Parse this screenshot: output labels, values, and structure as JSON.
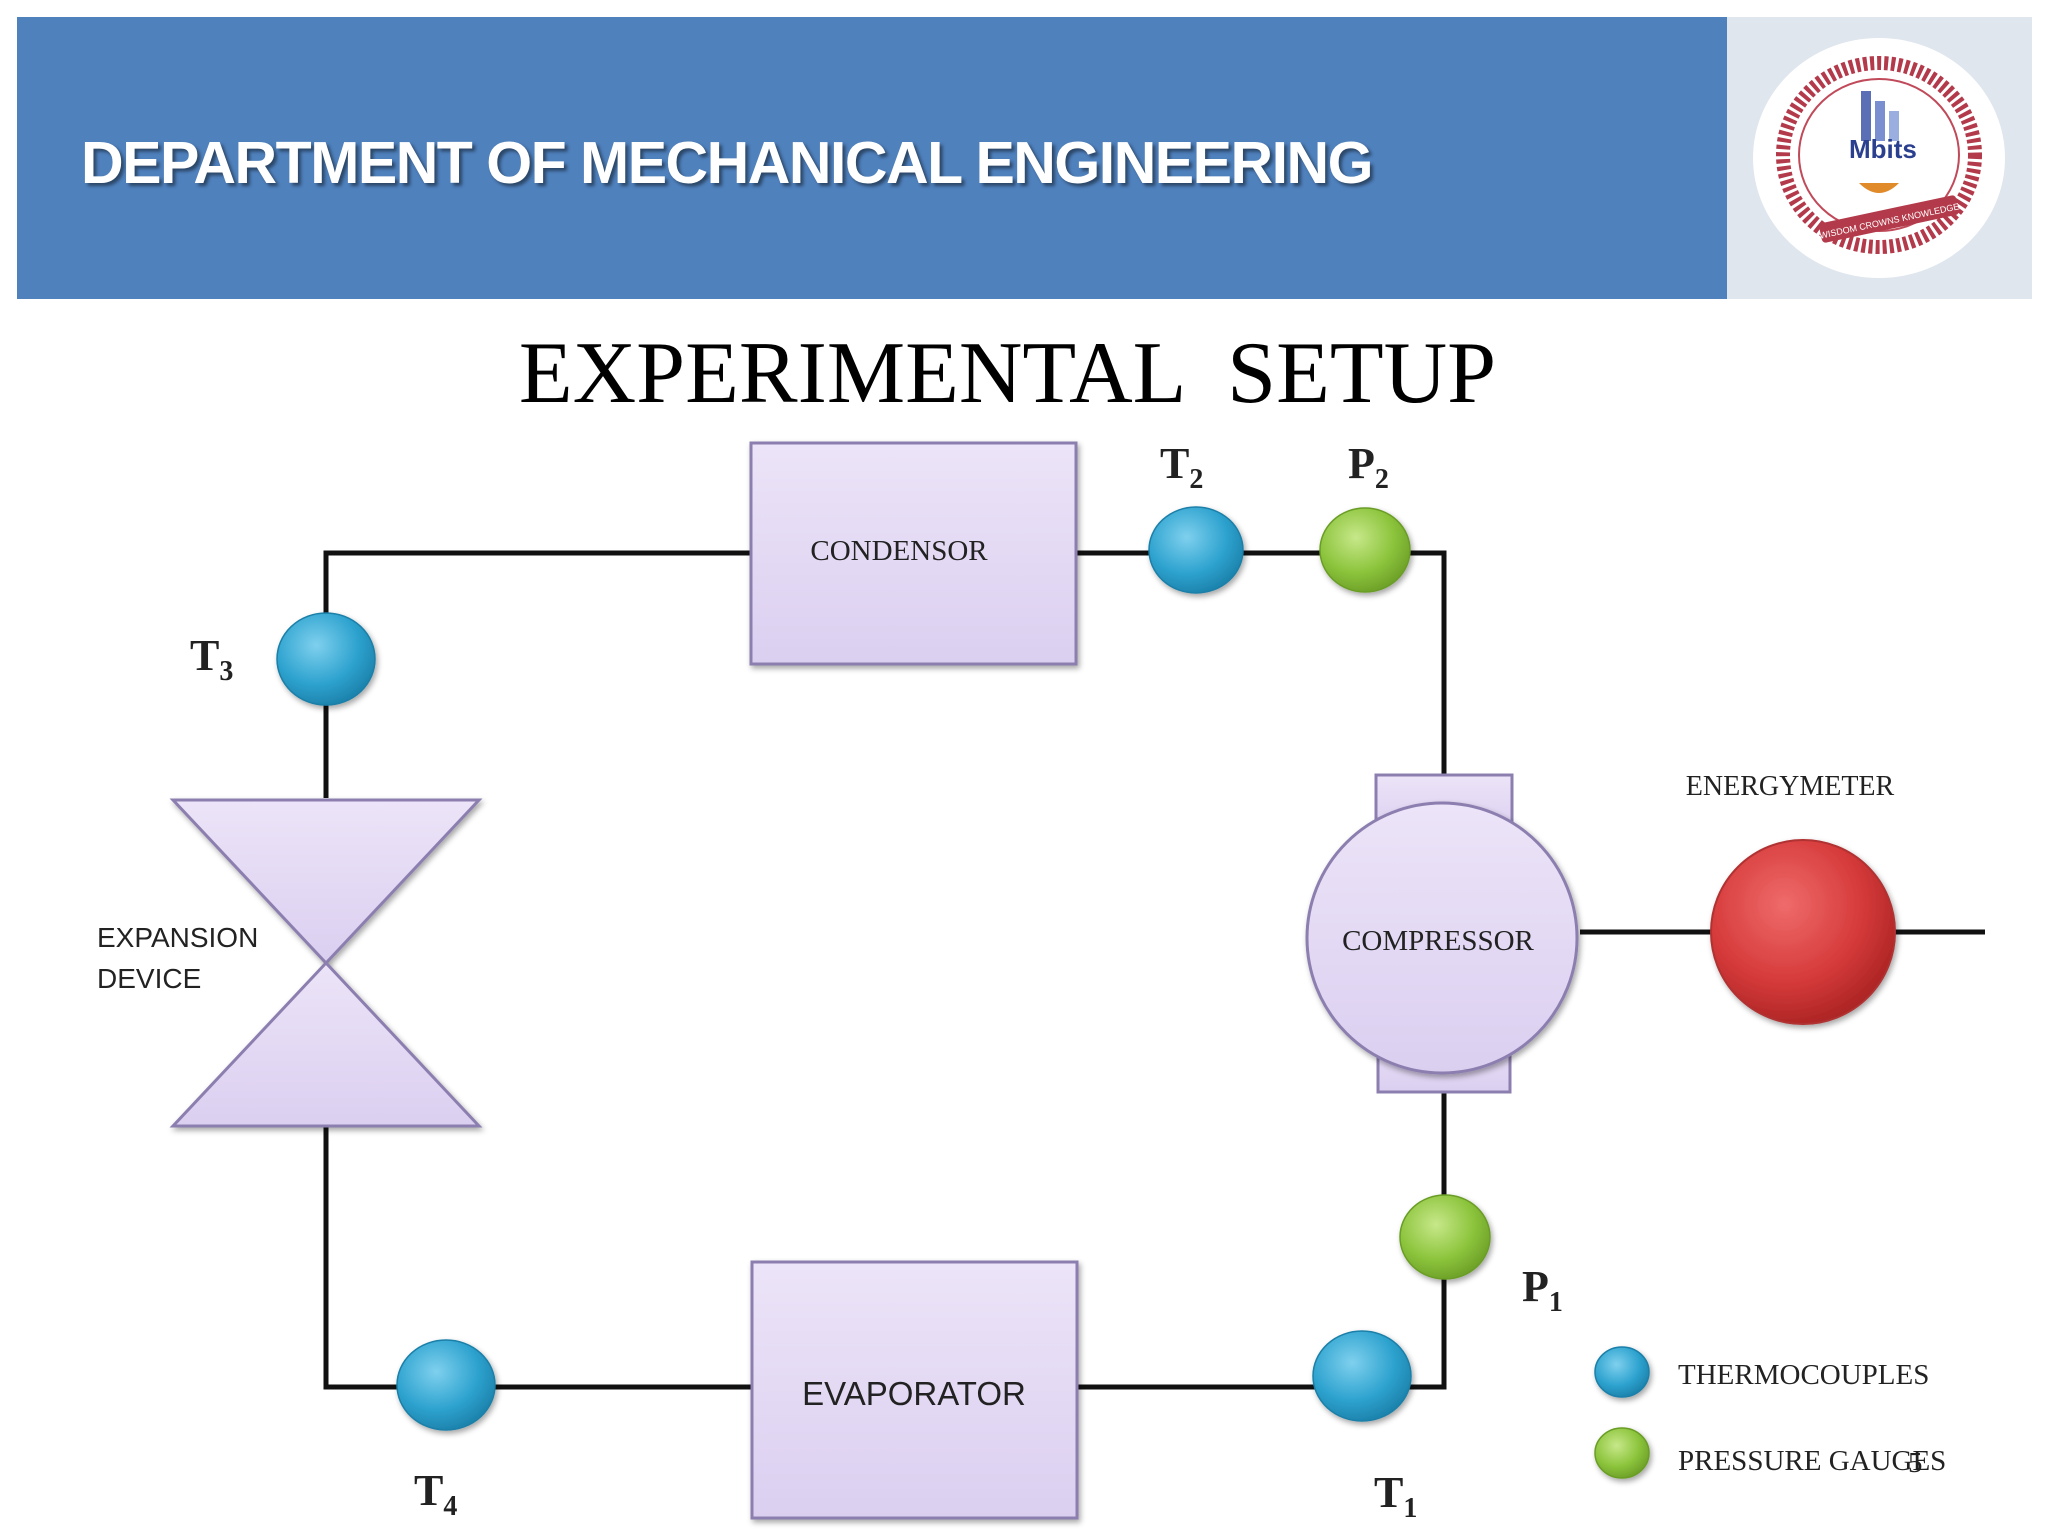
{
  "header": {
    "title": "DEPARTMENT OF MECHANICAL ENGINEERING",
    "logo": {
      "text": "Mbits",
      "ring_text": "WISDOM CROWNS KNOWLEDGE"
    }
  },
  "slide": {
    "title": "EXPERIMENTAL  SETUP",
    "page_number": "5"
  },
  "components": {
    "condensor": "CONDENSOR",
    "compressor": "COMPRESSOR",
    "evaporator": "EVAPORATOR",
    "expansion_line1": "EXPANSION",
    "expansion_line2": "DEVICE",
    "energymeter": "ENERGYMETER"
  },
  "sensors": {
    "t1": {
      "base": "T",
      "sub": "1"
    },
    "t2": {
      "base": "T",
      "sub": "2"
    },
    "t3": {
      "base": "T",
      "sub": "3"
    },
    "t4": {
      "base": "T",
      "sub": "4"
    },
    "p1": {
      "base": "P",
      "sub": "1"
    },
    "p2": {
      "base": "P",
      "sub": "2"
    }
  },
  "legend": {
    "thermocouples": "THERMOCOUPLES",
    "pressure_gauges": "PRESSURE  GAUGES"
  },
  "colors": {
    "header": "#4f81bd",
    "component_fill": "#e3d9f3",
    "component_stroke": "#8c7fb0",
    "thermocouple": "#2ea3cf",
    "pressure_gauge": "#8cc43c",
    "energymeter": "#d63a3a"
  }
}
